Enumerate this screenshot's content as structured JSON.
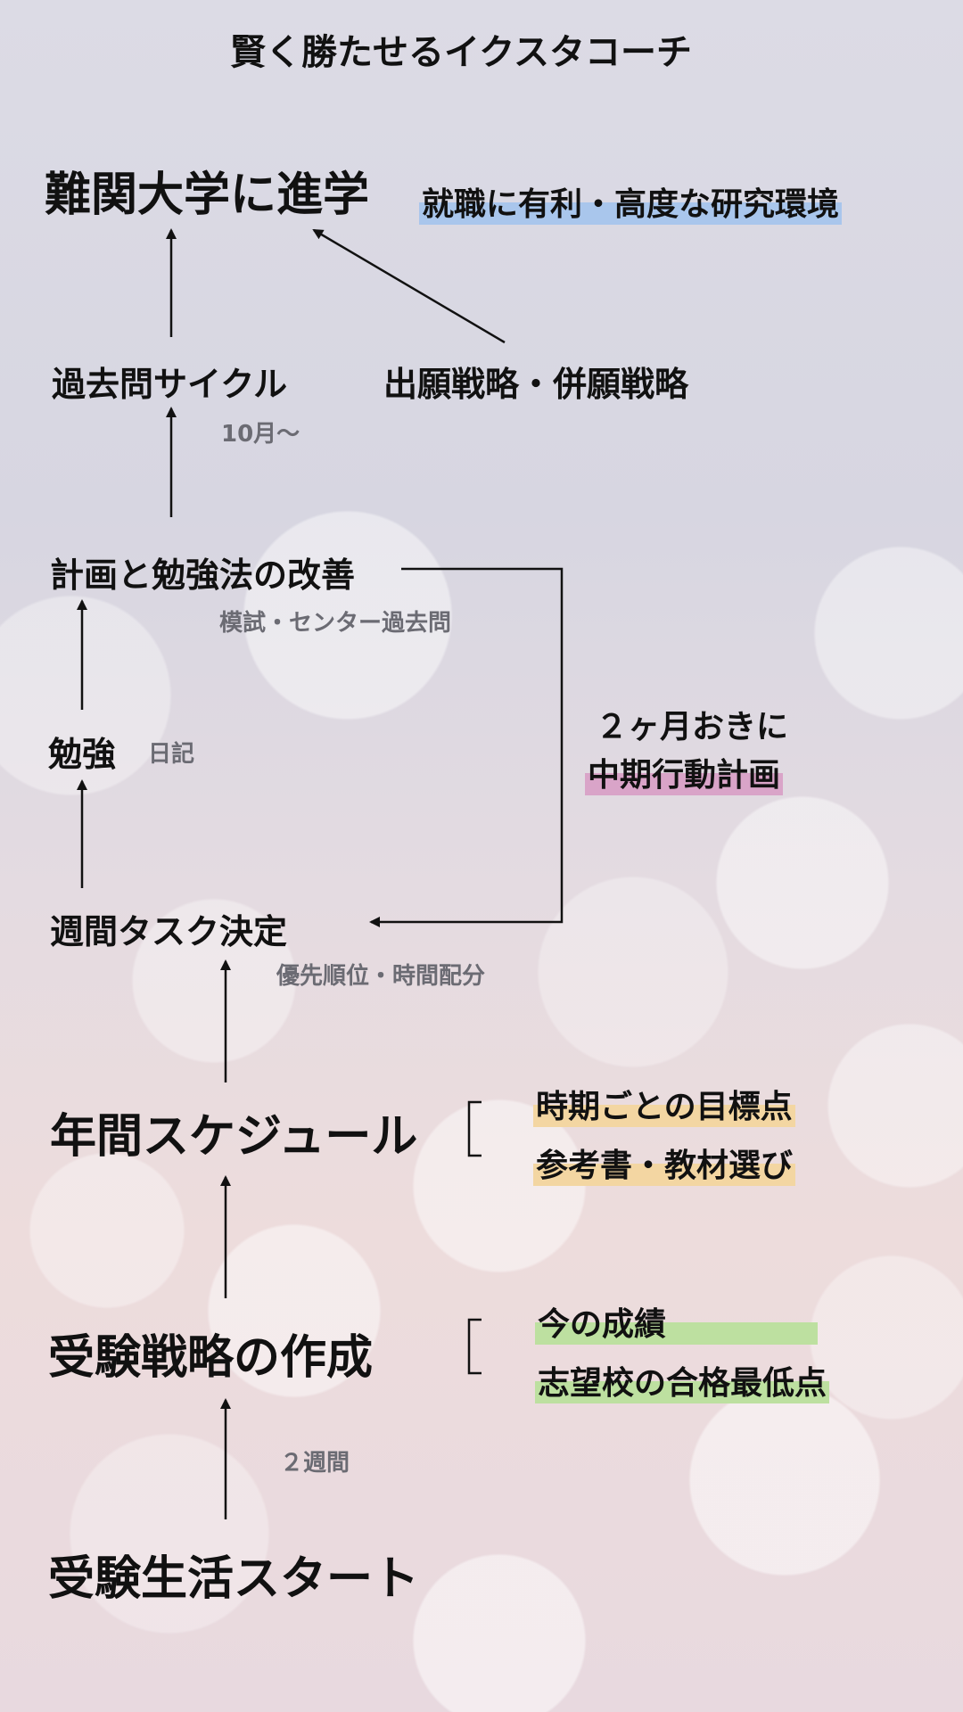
{
  "title": "賢く勝たせるイクスタコーチ",
  "goal": "難関大学に進学",
  "goal_benefit": "就職に有利・高度な研究環境",
  "past_exam_cycle": "過去問サイクル",
  "past_exam_note": "10月〜",
  "application_strategy": "出願戦略・併願戦略",
  "plan_improve": "計画と勉強法の改善",
  "plan_improve_note": "模試・センター過去問",
  "study": "勉強",
  "study_note": "日記",
  "loop_label_line1": "２ヶ月おきに",
  "loop_label_line2": "中期行動計画",
  "weekly_task": "週間タスク決定",
  "weekly_task_note": "優先順位・時間配分",
  "annual_schedule": "年間スケジュール",
  "annual_items": [
    "時期ごとの目標点",
    "参考書・教材選び"
  ],
  "strategy": "受験戦略の作成",
  "strategy_items": [
    "今の成績",
    "志望校の合格最低点"
  ],
  "strategy_note": "２週間",
  "start": "受験生活スタート",
  "colors": {
    "blue_highlight": "#a9c6ec",
    "pink_highlight": "#d9a4c8",
    "orange_highlight": "#f3d6a2",
    "green_highlight": "#bde0a0",
    "line": "#111111"
  }
}
